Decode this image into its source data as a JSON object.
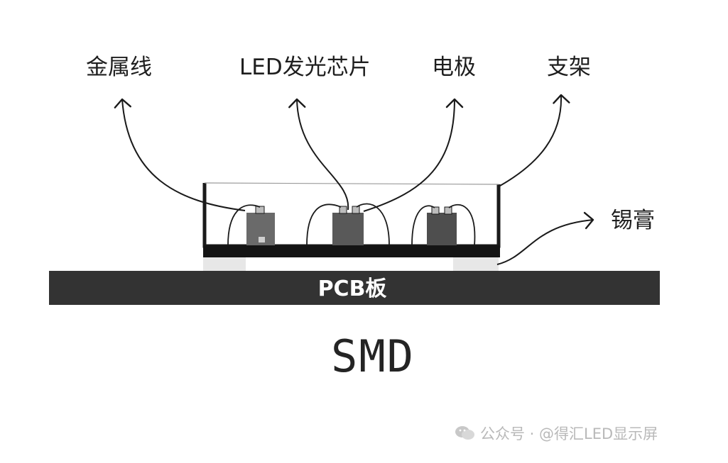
{
  "labels": {
    "metal_wire": "金属线",
    "led_chip": "LED发光芯片",
    "electrode": "电极",
    "bracket": "支架",
    "solder_paste": "锡膏",
    "pcb": "PCB板"
  },
  "title": "SMD",
  "watermark": {
    "text": "公众号 · @得汇LED显示屏",
    "icon": "wechat-icon"
  },
  "colors": {
    "stroke": "#1a1a1a",
    "pcb": "#333333",
    "chip_left": "#6a6a6a",
    "chip_mid": "#595959",
    "chip_right": "#4e4e4e",
    "pad": "#bdbdbd",
    "solder": "#e7e7e7"
  }
}
